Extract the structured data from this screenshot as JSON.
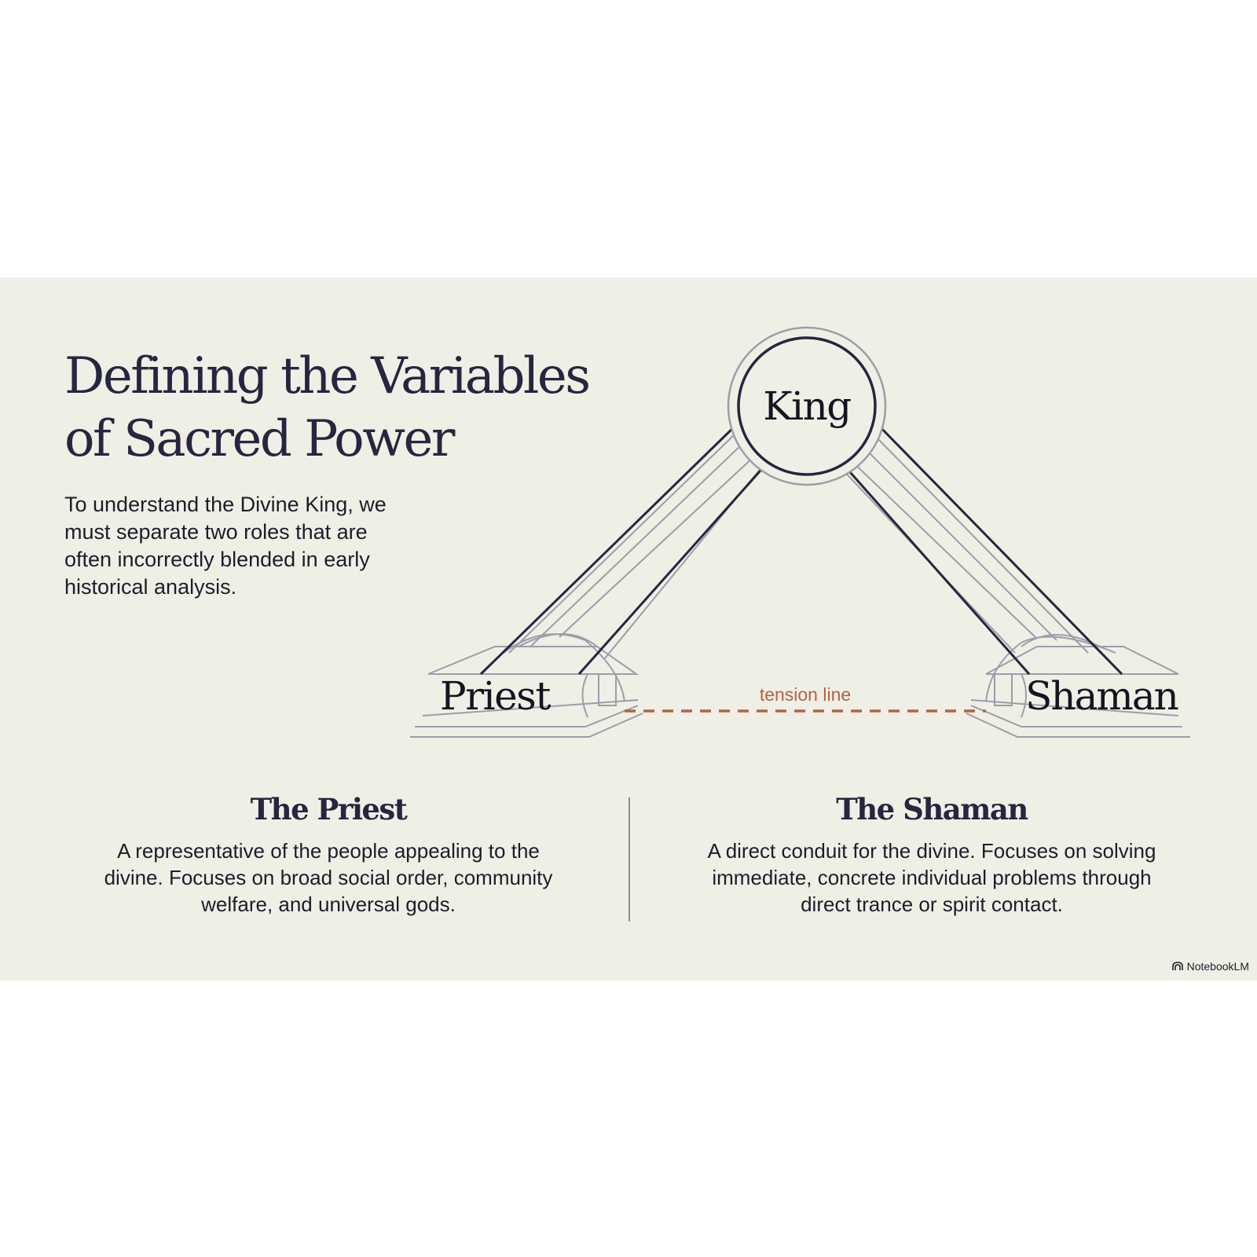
{
  "slide": {
    "title": "Defining the Variables of Sacred Power",
    "intro": "To understand the Divine King, we must separate two roles that are often incorrectly blended in early historical analysis."
  },
  "diagram": {
    "nodes": {
      "king": "King",
      "priest": "Priest",
      "shaman": "Shaman"
    },
    "tension_label": "tension line",
    "colors": {
      "line_dark": "#25263f",
      "line_light": "#9a9ea8",
      "tension": "#b1643f"
    }
  },
  "columns": {
    "priest": {
      "heading": "The Priest",
      "text": "A representative of the people appealing to the divine. Focuses on broad social order, community welfare, and universal gods."
    },
    "shaman": {
      "heading": "The Shaman",
      "text": "A direct conduit for the divine. Focuses on solving immediate, concrete individual problems through direct trance or spirit contact."
    }
  },
  "branding": {
    "label": "NotebookLM",
    "icon": "notebooklm-logo-icon"
  }
}
